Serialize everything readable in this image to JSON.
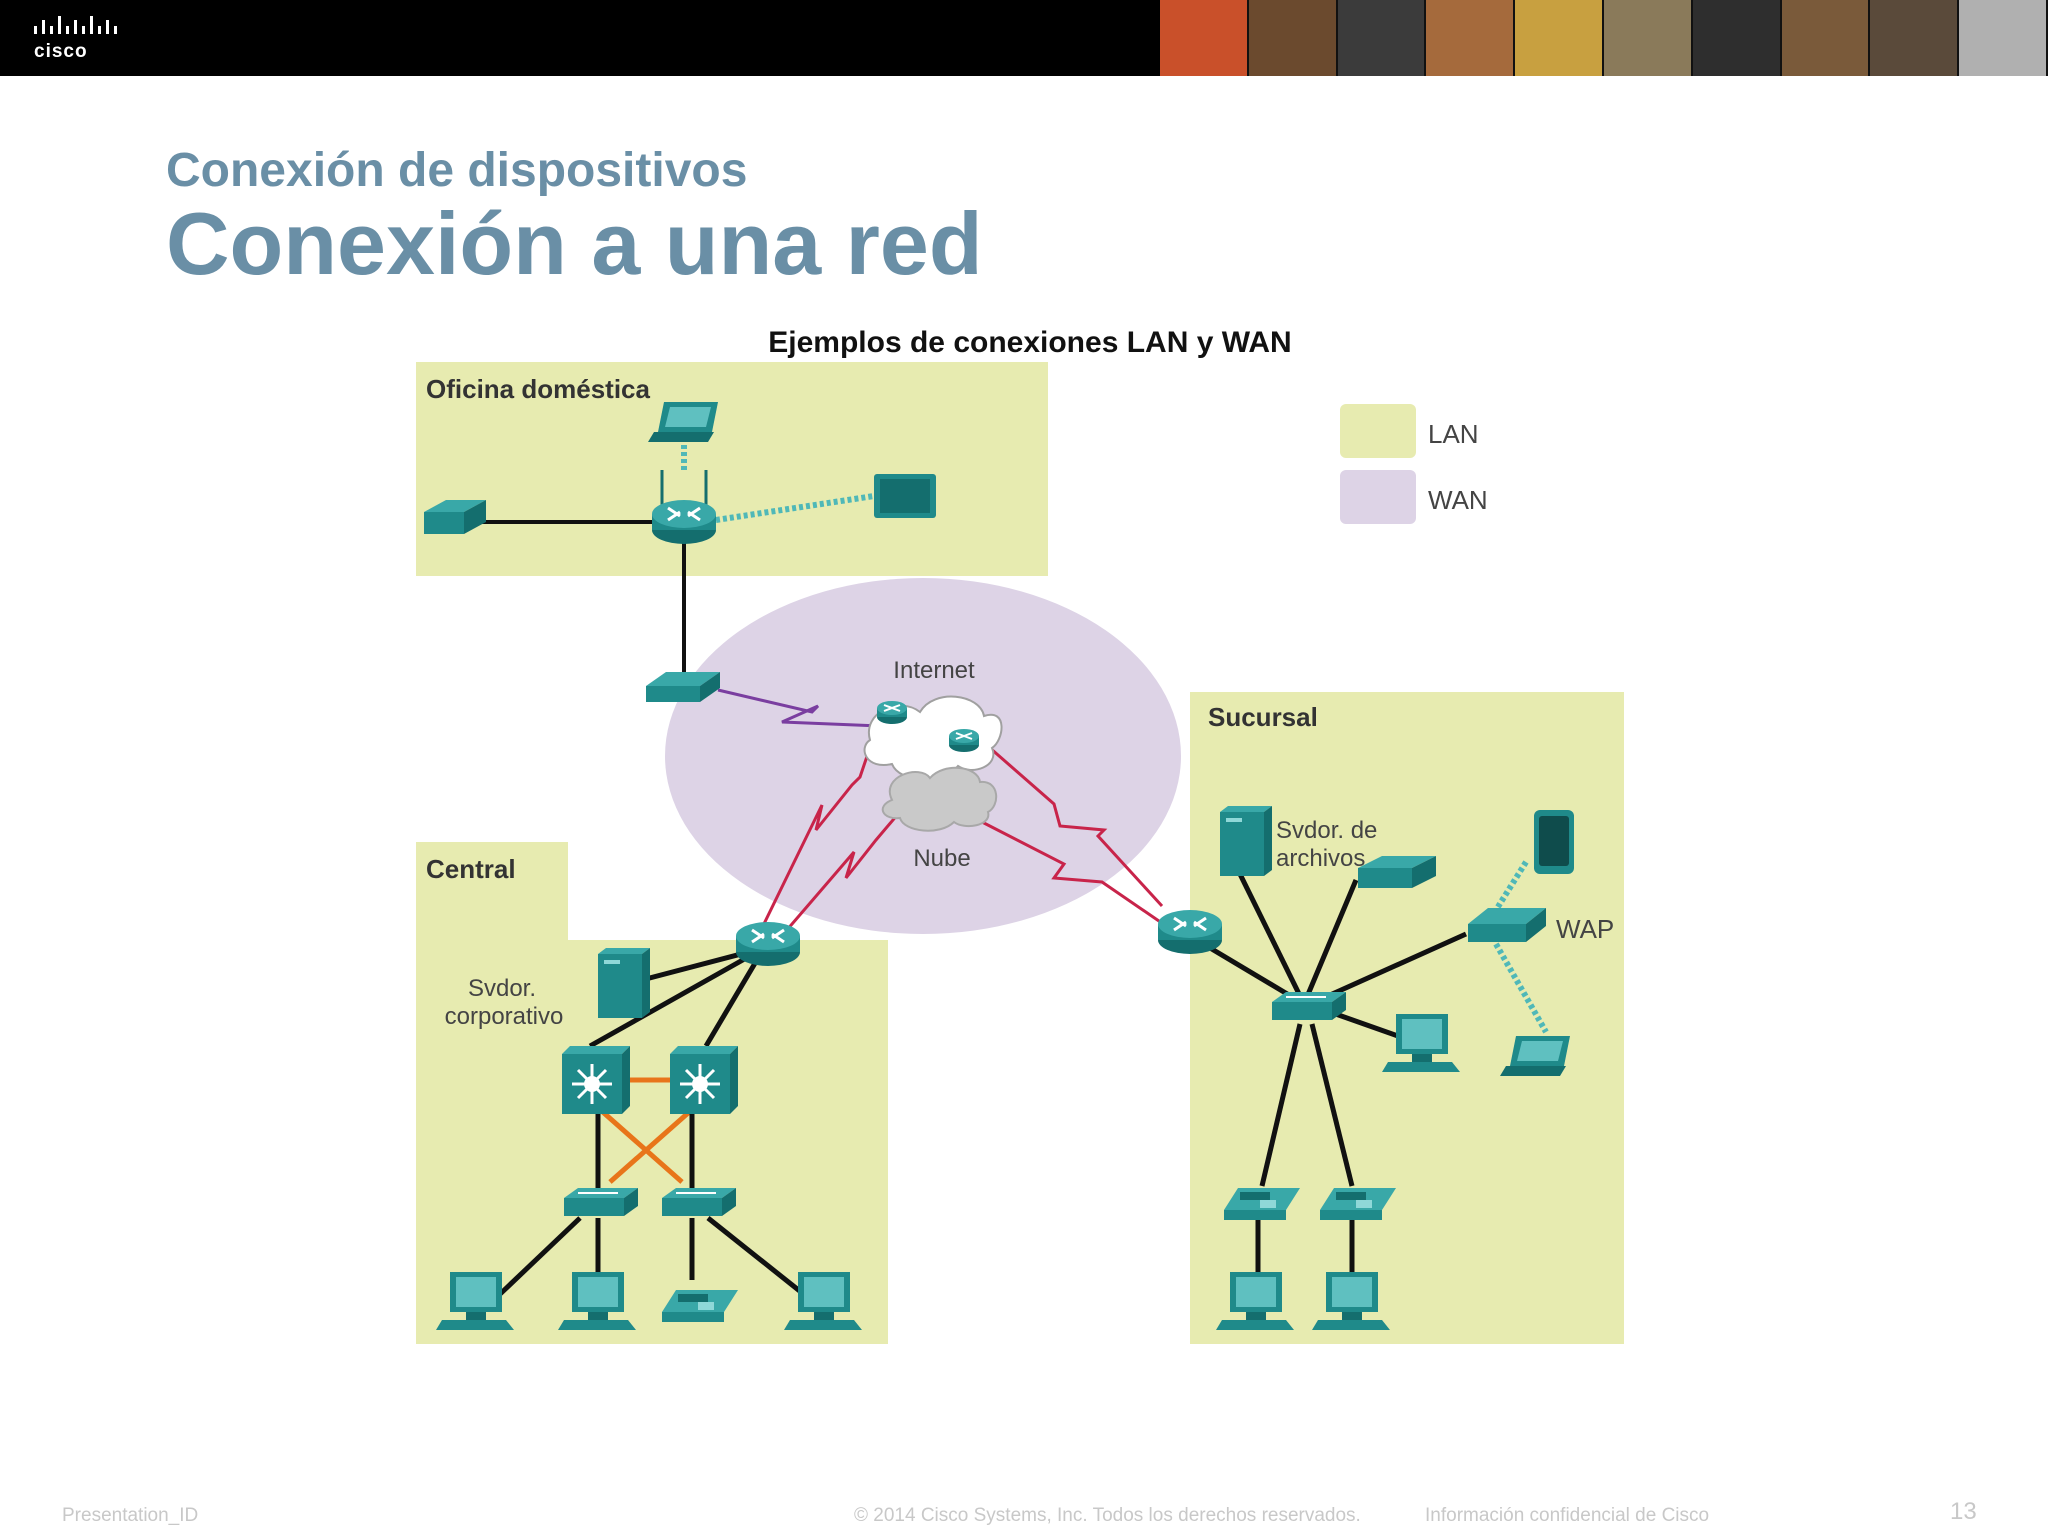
{
  "header": {
    "logo_text": "cisco",
    "photo_colors": [
      "#c9502a",
      "#6b4a2e",
      "#3b3b3b",
      "#a56a3c",
      "#c8a040",
      "#8a7a5a",
      "#2e2e2e",
      "#7a5a3a",
      "#5a4a3a",
      "#b0b0b0"
    ]
  },
  "slide": {
    "subtitle": "Conexión de dispositivos",
    "title": "Conexión a una red"
  },
  "diagram": {
    "title": "Ejemplos de conexiones LAN y WAN",
    "legend": {
      "lan": "LAN",
      "wan": "WAN"
    },
    "regions": {
      "home": "Oficina doméstica",
      "central": "Central",
      "branch": "Sucursal"
    },
    "labels": {
      "internet": "Internet",
      "cloud": "Nube",
      "corp_server_1": "Svdor.",
      "corp_server_2": "corporativo",
      "file_server_1": "Svdor. de",
      "file_server_2": "archivos",
      "wap": "WAP"
    },
    "colors": {
      "lan": "#e7ebb0",
      "wan": "#ddd3e6",
      "device": "#1f8a8a",
      "wan_link": "#c8244a",
      "dsl_link": "#7a3ea0",
      "redundant_link": "#e8751a"
    }
  },
  "footer": {
    "presentation_id": "Presentation_ID",
    "copyright": "© 2014 Cisco Systems, Inc. Todos los derechos reservados.",
    "confidential": "Información confidencial de Cisco",
    "page_number": "13"
  }
}
